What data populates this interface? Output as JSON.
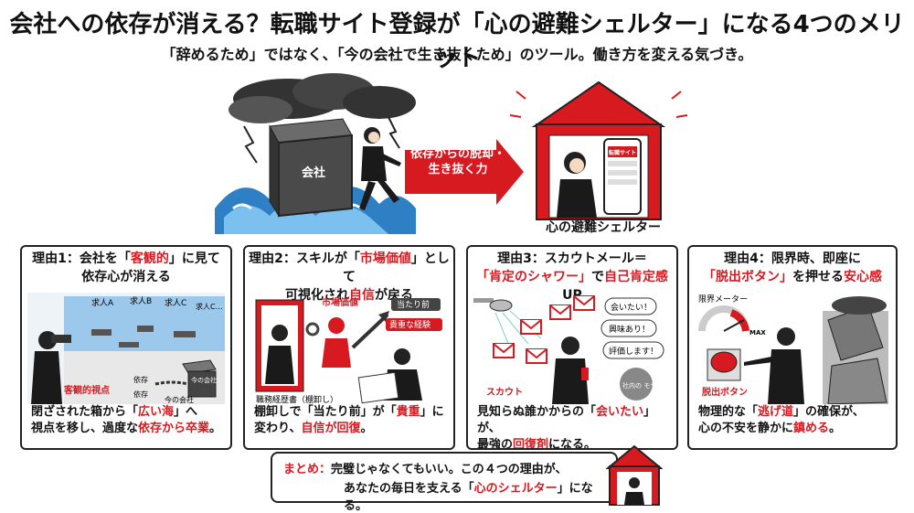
{
  "title": "会社への依存が消える？転職サイト登録が「心の避難シェルター」になる4つのメリット",
  "subtitle": "「辞めるため」ではなく、「今の会社で生き抜くため」のツール。働き方を変える気づき。",
  "hero": {
    "box_label": "会社",
    "arrow_line1": "依存からの脱却・",
    "arrow_line2": "生き抜く力",
    "shelter_label": "心の避難シェルター",
    "phone_label": "転職サイト"
  },
  "panels": [
    {
      "head_a": "理由1：会社を「",
      "head_red": "客観的",
      "head_b": "」に見て",
      "head_c": "依存心が消える",
      "art": {
        "jobs": [
          "求人A",
          "求人B",
          "求人C",
          "求人C…"
        ],
        "view": "客観的視点",
        "box": "今の会社",
        "chain1": "依存",
        "chain2": "依存",
        "current": "今の会社"
      },
      "desc_a": "閉ざされた箱から「",
      "desc_red1": "広い海",
      "desc_b": "」へ",
      "desc_c": "視点を移し、過度な",
      "desc_red2": "依存から卒業",
      "desc_d": "。"
    },
    {
      "head_a": "理由2：スキルが「",
      "head_red": "市場価値",
      "head_b": "」として",
      "head_c": "可視化され",
      "head_red2": "自信",
      "head_d": "が戻る",
      "art": {
        "market": "市場価値",
        "tag1": "当たり前",
        "tag2": "貴重な経験",
        "doc": "職務経歴書（棚卸し）"
      },
      "desc_a": "棚卸しで「当たり前」が「",
      "desc_red1": "貴重",
      "desc_b": "」に",
      "desc_c": "変わり、",
      "desc_red2": "自信が回復",
      "desc_d": "。"
    },
    {
      "head_a": "理由3：スカウトメール＝",
      "head_red": "「肯定のシャワー」",
      "head_b": "で",
      "head_red2": "自己肯定感",
      "head_c": "UP",
      "art": {
        "b1": "会いたい！",
        "b2": "興味あり！",
        "b3": "評価します！",
        "b4": "社内の モヤモヤ",
        "scout": "スカウト"
      },
      "desc_a": "見知らぬ誰かからの「",
      "desc_red1": "会いたい",
      "desc_b": "」が、",
      "desc_c": "最強の",
      "desc_red2": "回復剤",
      "desc_d": "になる。"
    },
    {
      "head_a": "理由4：限界時、即座に",
      "head_red": "「脱出ボタン」",
      "head_b": "を押せる",
      "head_red2": "安心感",
      "art": {
        "meter": "限界メーター",
        "max": "MAX",
        "button": "脱出ボタン"
      },
      "desc_a": "物理的な「",
      "desc_red1": "逃げ道",
      "desc_b": "」の確保が、",
      "desc_c": "心の不安を静かに",
      "desc_red2": "鎮める",
      "desc_d": "。"
    }
  ],
  "summary": {
    "label": "まとめ：",
    "line1": "完璧じゃなくてもいい。この４つの理由が、",
    "line2a": "あなたの毎日を支える「",
    "line2red": "心のシェルター",
    "line2b": "」になる。"
  },
  "colors": {
    "accent": "#d71920",
    "dark": "#222222",
    "sea": "#3a8fd1"
  }
}
